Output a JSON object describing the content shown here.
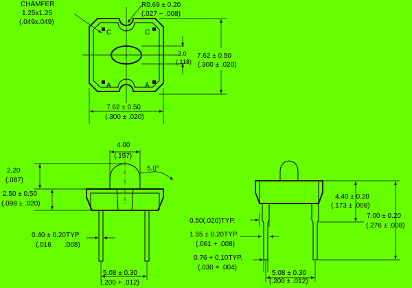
{
  "colors": {
    "background": "#66ff00",
    "ink": "#000000"
  },
  "top_view": {
    "chamfer_title": "CHAMFER",
    "chamfer_value": "1.25x1.25",
    "chamfer_inch": "(.049x.049)",
    "radius_value": "R0.69 ± 0.20",
    "radius_inch": "(.027 − .008)",
    "lens_value": "3.0",
    "lens_inch": "(.118)",
    "height_value": "7.62 ± 0.50",
    "height_inch": "(.300 ± .020)",
    "width_value": "7.62 ± 0.50",
    "width_inch": "(.300 ± .020)",
    "pin_labels": [
      "C",
      "C",
      "A",
      "A"
    ]
  },
  "side_view": {
    "dome_value": "4.00",
    "dome_inch": "(.157)",
    "angle_value": "5.0°",
    "dome_height_value": "2.20",
    "dome_height_inch": "(.087)",
    "body_height_value": "2.50 ± 0.50",
    "body_height_inch": "(.098 ± .020)",
    "lead_width_value": "0.40 ± 0.20TYP",
    "lead_width_inch_a": "(.016",
    "lead_width_inch_b": ".008)",
    "pitch_value": "5.08 ± 0.30",
    "pitch_inch": "(.200 + .012)"
  },
  "front_view": {
    "lead_thick_value": "0.50(.020)TYP.",
    "shoulder_value": "1.55 ± 0.20TYP.",
    "shoulder_inch": "(.061 + .008)",
    "tip_value": "0.76 + 0.10TYP.",
    "tip_inch": "(.030 = .004)",
    "height_a_value": "4.40 ± 0.20",
    "height_a_inch": "(.173 ± .008)",
    "height_b_value": "7.00 ± 0.20",
    "height_b_inch": "(.276 ± .008)",
    "pitch_value": "5.08 ± 0.30",
    "pitch_inch": "(.200 ± .012)"
  }
}
